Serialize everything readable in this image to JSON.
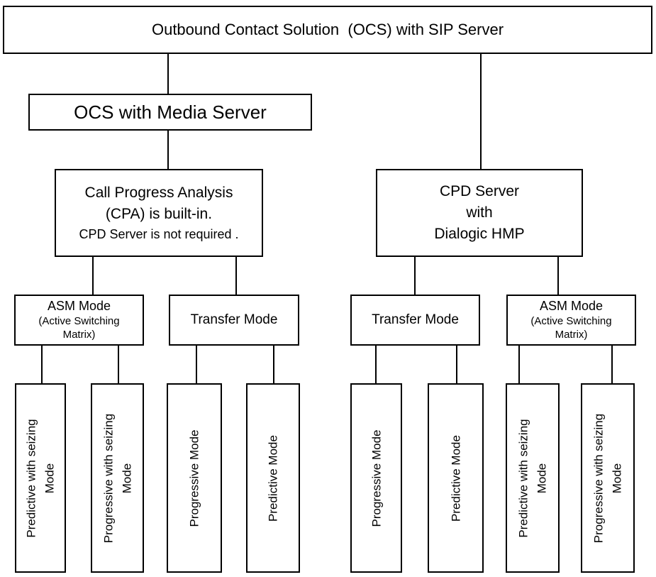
{
  "diagram": {
    "title": "Outbound Contact Solution (OCS) with SIP Server architecture diagram",
    "colors": {
      "background": "#ffffff",
      "border": "#000000",
      "text": "#000000"
    },
    "nodes": {
      "root": {
        "lines": [
          "Outbound Contact Solution  (OCS) with SIP Server"
        ]
      },
      "media": {
        "lines": [
          "OCS with Media Server"
        ]
      },
      "cpa": {
        "lines_large": [
          "Call Progress Analysis",
          "(CPA) is built-in."
        ],
        "line_small": "CPD Server is not required ."
      },
      "cpd": {
        "lines": [
          "CPD Server",
          "with",
          "Dialogic HMP"
        ]
      },
      "asm_left": {
        "title": "ASM Mode",
        "sub": [
          "(Active Switching",
          "Matrix)"
        ]
      },
      "transfer_left": {
        "title": "Transfer Mode"
      },
      "transfer_right": {
        "title": "Transfer Mode"
      },
      "asm_right": {
        "title": "ASM Mode",
        "sub": [
          "(Active Switching",
          "Matrix)"
        ]
      },
      "leaf1": {
        "lines": [
          "Predictive with seizing",
          "Mode"
        ]
      },
      "leaf2": {
        "lines": [
          "Progressive with seizing",
          "Mode"
        ]
      },
      "leaf3": {
        "lines": [
          "Progressive Mode"
        ]
      },
      "leaf4": {
        "lines": [
          "Predictive Mode"
        ]
      },
      "leaf5": {
        "lines": [
          "Progressive Mode"
        ]
      },
      "leaf6": {
        "lines": [
          "Predictive Mode"
        ]
      },
      "leaf7": {
        "lines": [
          "Predictive with seizing",
          "Mode"
        ]
      },
      "leaf8": {
        "lines": [
          "Progressive with seizing",
          "Mode"
        ]
      }
    }
  }
}
